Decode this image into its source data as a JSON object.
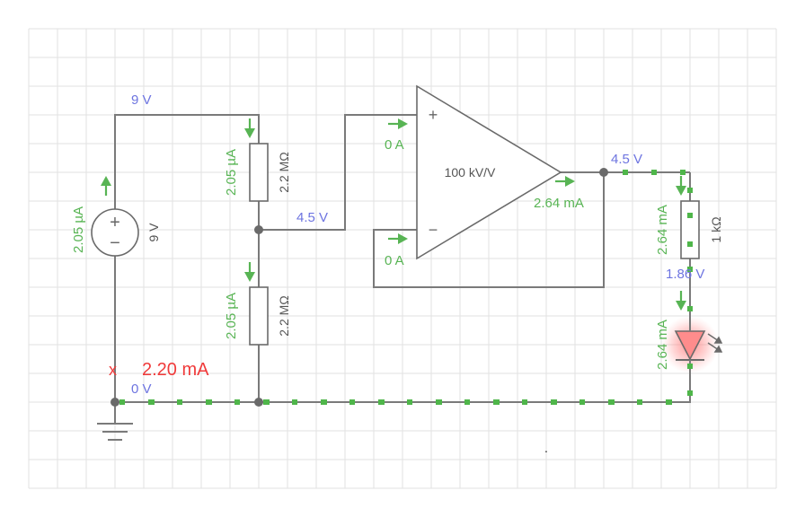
{
  "source": {
    "voltage_label": "9 V",
    "current_label": "2.05 µA",
    "plus": "+",
    "minus": "−"
  },
  "top_node": {
    "voltage_label": "9 V"
  },
  "r_top": {
    "value_label": "2.2 MΩ",
    "current_label": "2.05 µA"
  },
  "r_bottom": {
    "value_label": "2.2 MΩ",
    "current_label": "2.05 µA"
  },
  "mid_node": {
    "voltage_label": "4.5 V"
  },
  "opamp": {
    "gain_label": "100 kV/V",
    "plus": "+",
    "minus": "−",
    "in_plus_current": "0 A",
    "in_minus_current": "0 A",
    "out_current": "2.64 mA"
  },
  "out_node": {
    "voltage_label": "4.5 V"
  },
  "r_load": {
    "value_label": "1 kΩ",
    "current_label": "2.64 mA"
  },
  "led_node": {
    "voltage_label": "1.86 V"
  },
  "led": {
    "current_label": "2.64 mA"
  },
  "ground_node": {
    "voltage_label": "0 V"
  },
  "probe": {
    "marker": "x",
    "current_label": "2.20 mA"
  },
  "misc": {
    "dot": "."
  },
  "colors": {
    "grid": "#e2e2e2",
    "wire": "#7a7a7a",
    "current": "#58b454",
    "voltage": "#6d74e0",
    "probe": "#f03a3a"
  }
}
